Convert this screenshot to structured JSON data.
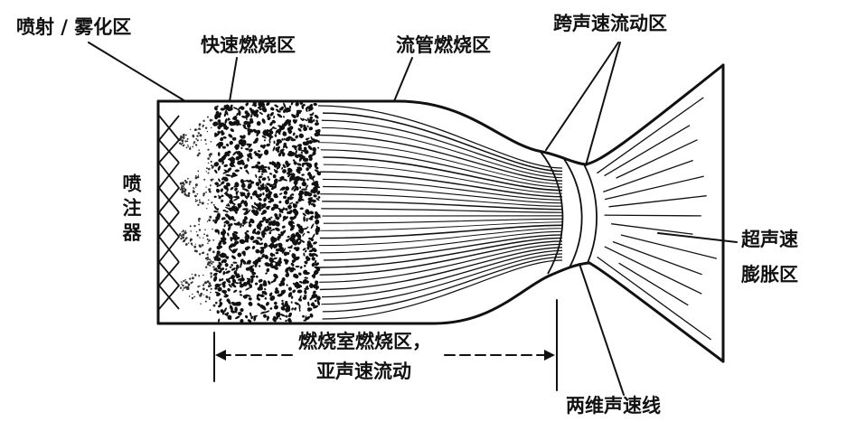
{
  "labels": {
    "injection_atomization": "喷射 / 雾化区",
    "rapid_combustion": "快速燃烧区",
    "streamtube_combustion": "流管燃烧区",
    "transonic_flow": "跨声速流动区",
    "injector": "喷注器",
    "supersonic_line1": "超声速",
    "supersonic_line2": "膨胀区",
    "chamber_line1": "燃烧室燃烧区，",
    "chamber_line2": "亚声速流动",
    "sonic_line": "两维声速线"
  }
}
